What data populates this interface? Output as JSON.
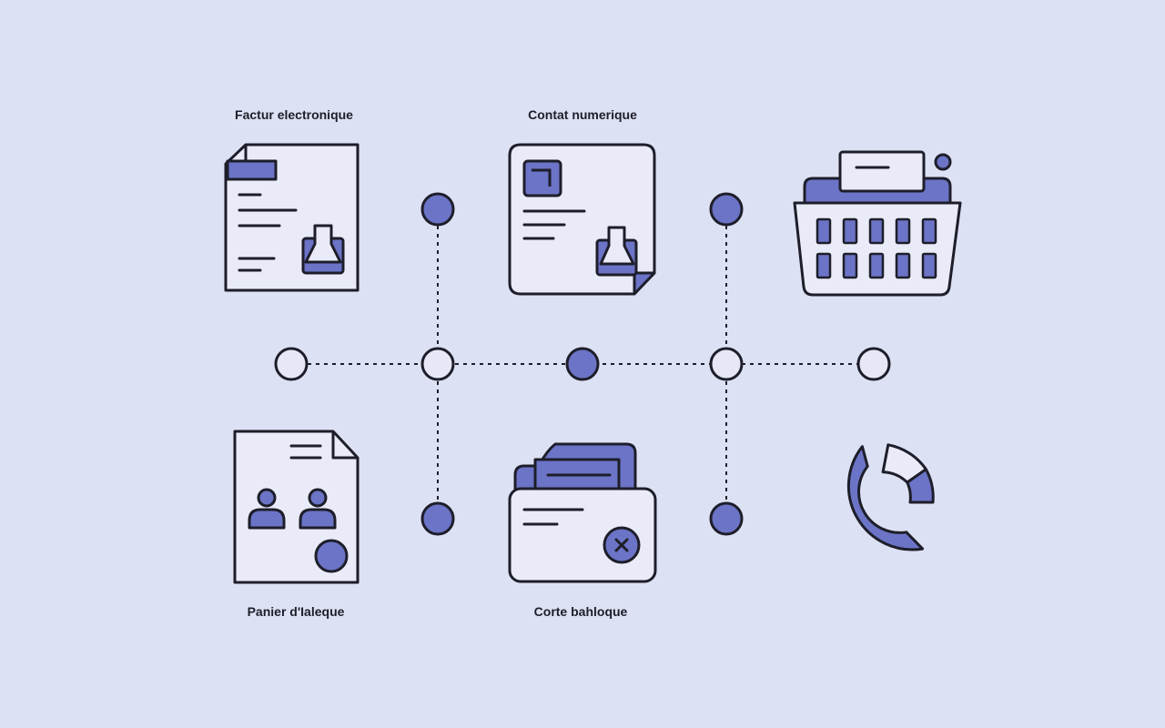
{
  "labels": {
    "facture": "Factur electronique",
    "contrat": "Contat numerique",
    "panier": "Panier d'Ialeque",
    "carte": "Corte bahloque"
  },
  "colors": {
    "background": "#dde1f4",
    "accent": "#6b74c6",
    "stroke": "#1e1e2a",
    "node_empty": "#e6e8f8",
    "panel": "#e9ebf9"
  },
  "icons": [
    "invoice-document-icon",
    "contract-document-icon",
    "shopping-basket-icon",
    "users-document-icon",
    "folder-card-icon",
    "donut-chart-icon"
  ]
}
